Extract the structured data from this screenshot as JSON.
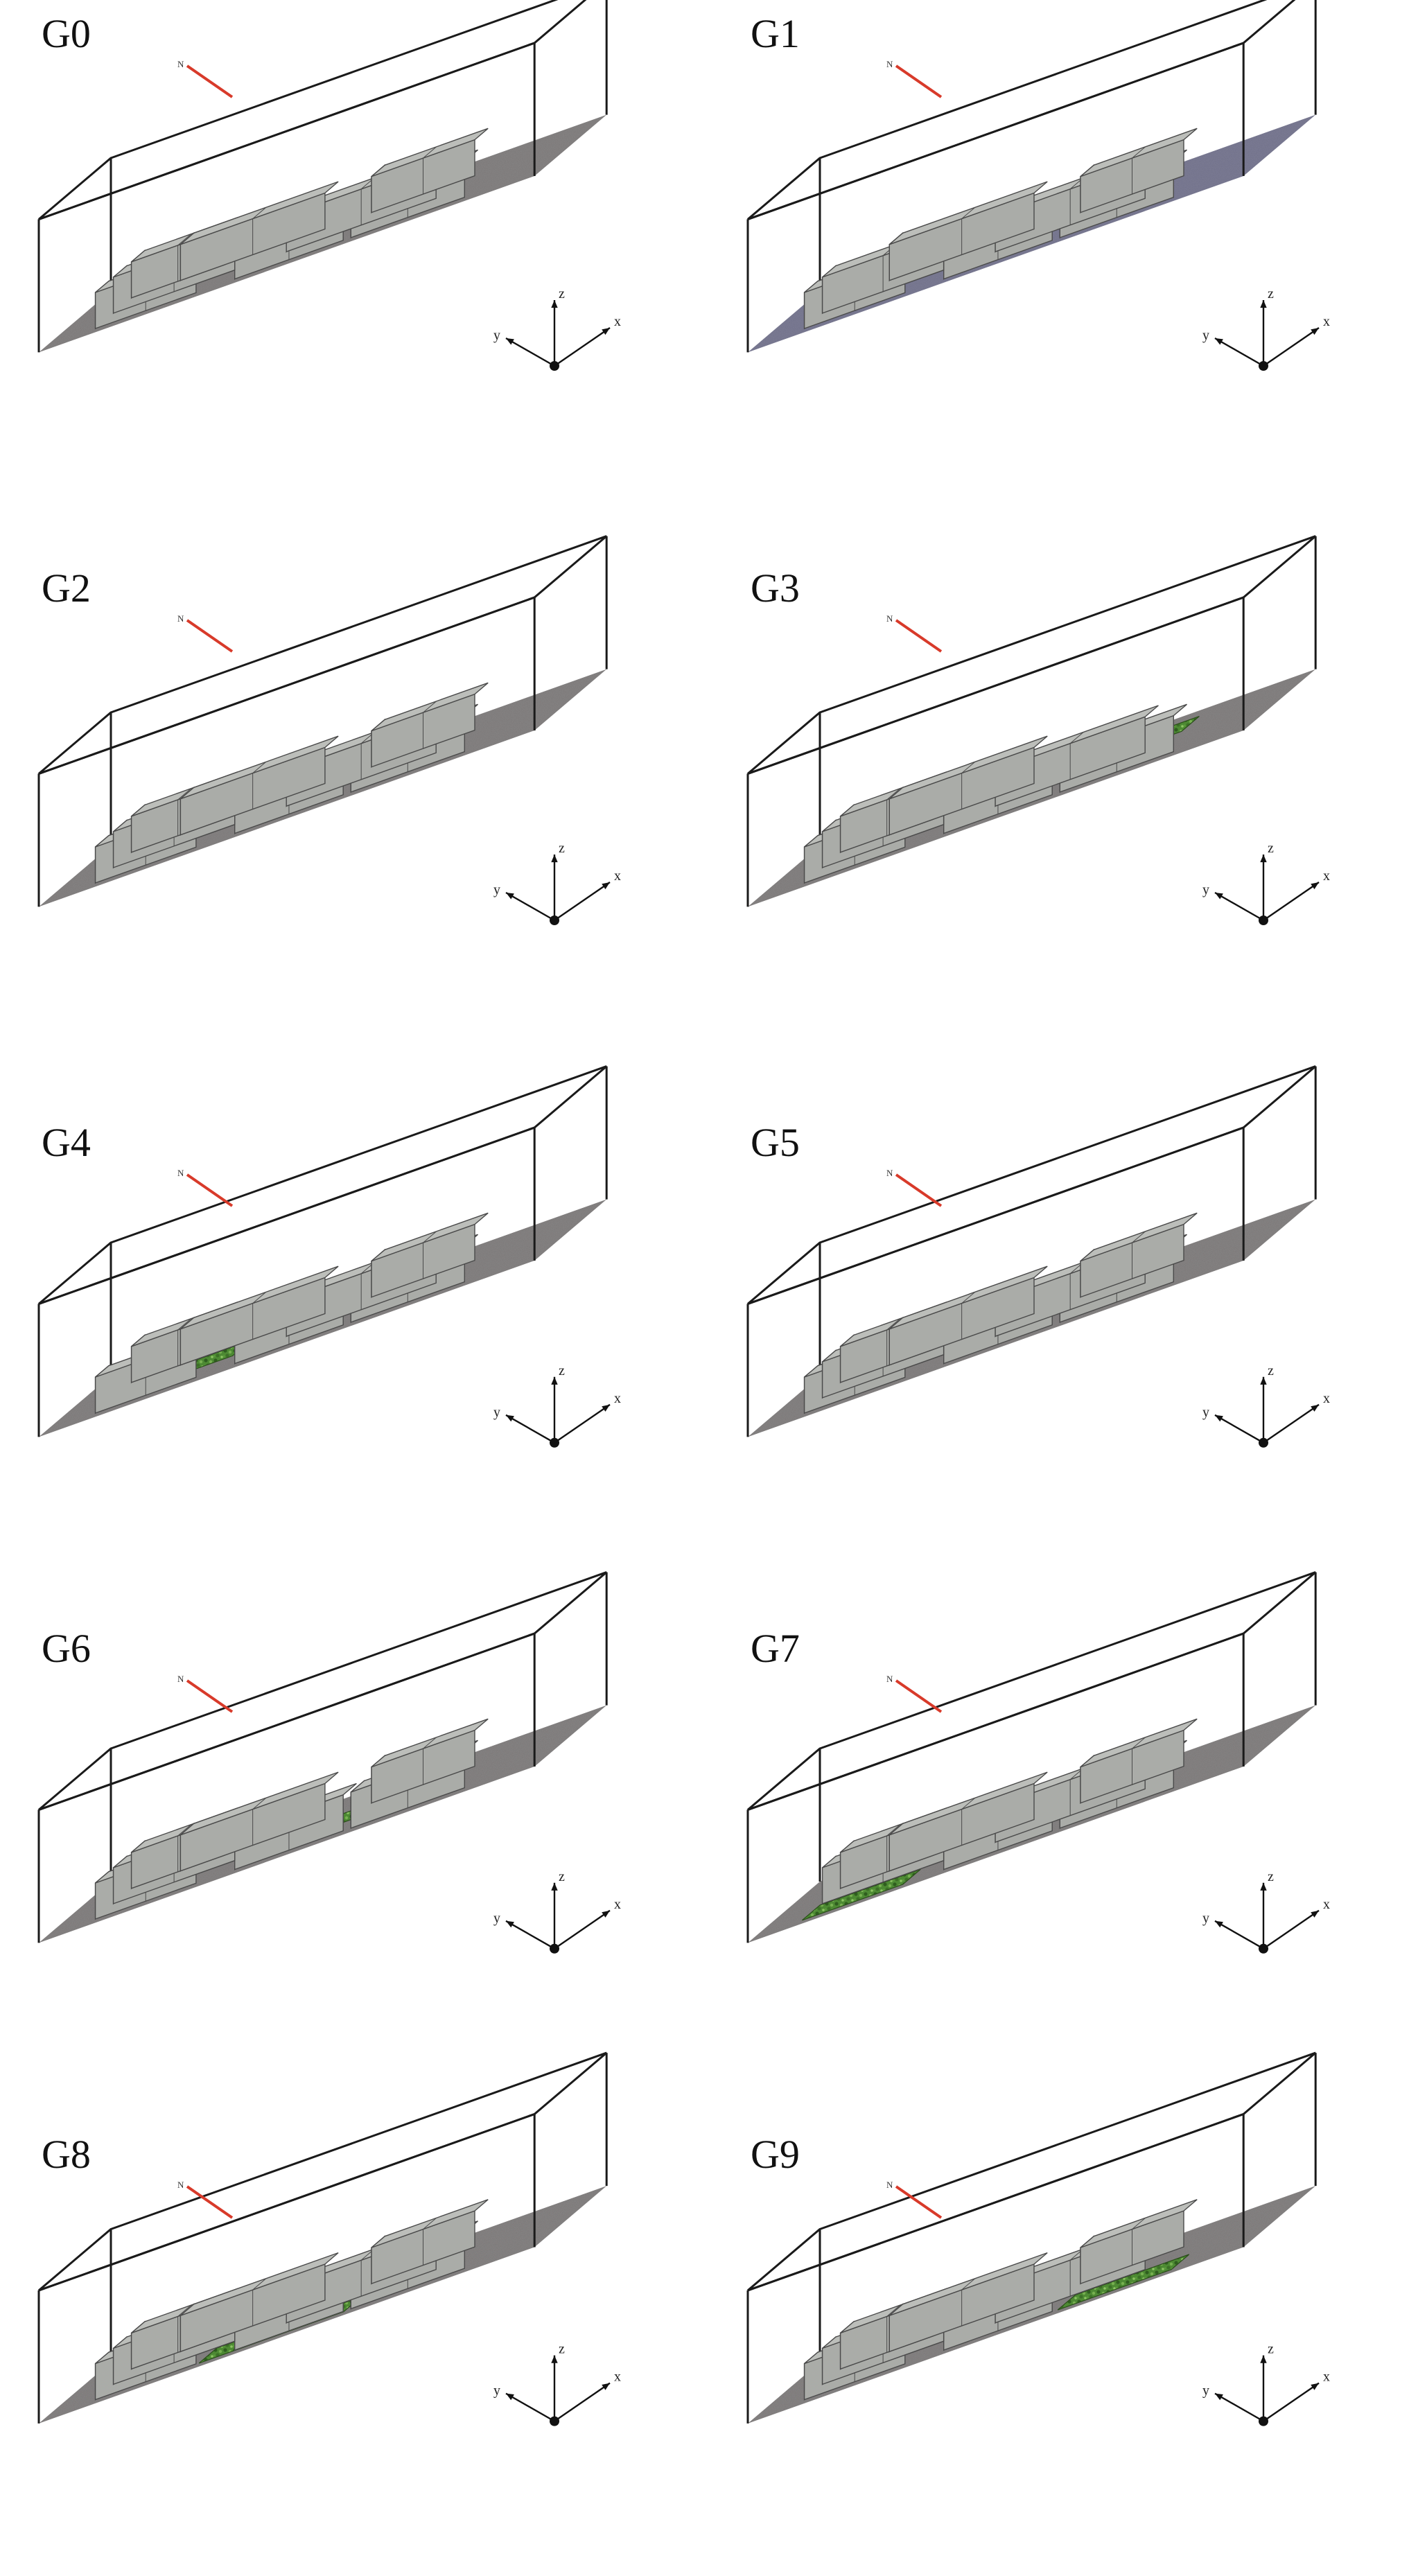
{
  "figure": {
    "panels": [
      {
        "label": "G0",
        "green_zone": "none",
        "floor": "gray"
      },
      {
        "label": "G1",
        "green_zone": "row1_front",
        "floor": "blue"
      },
      {
        "label": "G2",
        "green_zone": "row1_gap",
        "floor": "gray"
      },
      {
        "label": "G3",
        "green_zone": "row1_back",
        "floor": "gray"
      },
      {
        "label": "G4",
        "green_zone": "row2_front",
        "floor": "gray"
      },
      {
        "label": "G5",
        "green_zone": "row2_gap",
        "floor": "gray"
      },
      {
        "label": "G6",
        "green_zone": "row2_back",
        "floor": "gray"
      },
      {
        "label": "G7",
        "green_zone": "row3_front",
        "floor": "gray"
      },
      {
        "label": "G8",
        "green_zone": "row3_gap",
        "floor": "gray"
      },
      {
        "label": "G9",
        "green_zone": "row3_back",
        "floor": "gray"
      }
    ],
    "axes": {
      "x": "x",
      "y": "y",
      "z": "z"
    },
    "north": "N",
    "colors": {
      "ground": "#8a8787",
      "ground_blue": "#7f7f99",
      "building_top": "#bcbeba",
      "building_front": "#aaaca8",
      "building_side": "#969894",
      "edge": "#4a4a4a",
      "green": "#4f8a34",
      "north_line": "#d83a2a"
    }
  }
}
